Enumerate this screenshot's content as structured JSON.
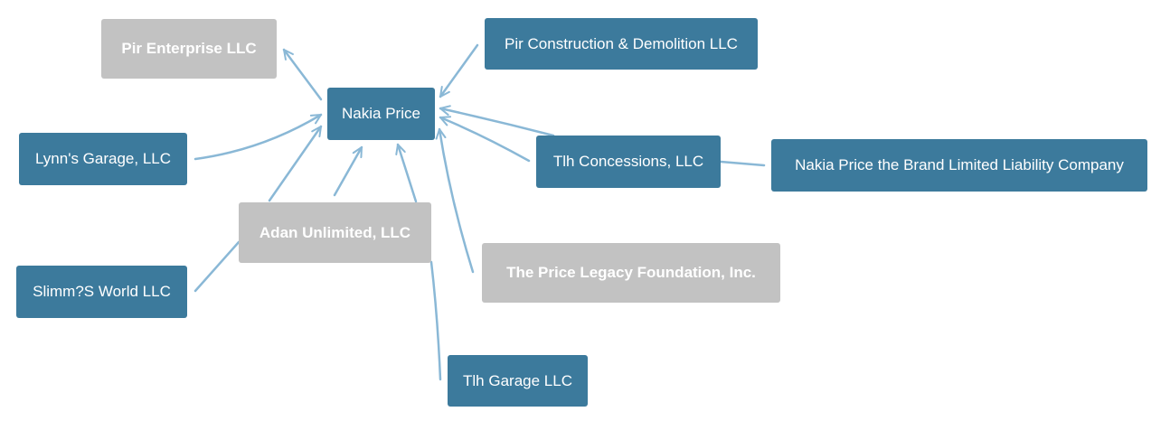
{
  "nodes": {
    "nakia_price": {
      "label": "Nakia Price",
      "status": "active"
    },
    "pir_enterprise": {
      "label": "Pir Enterprise LLC",
      "status": "inactive"
    },
    "pir_construction": {
      "label": "Pir Construction & Demolition LLC",
      "status": "active"
    },
    "lynns_garage": {
      "label": "Lynn's Garage, LLC",
      "status": "active"
    },
    "tlh_concessions": {
      "label": "Tlh Concessions, LLC",
      "status": "active"
    },
    "nakia_brand": {
      "label": "Nakia Price the Brand Limited Liability Company",
      "status": "active"
    },
    "adan_unlimited": {
      "label": "Adan Unlimited, LLC",
      "status": "inactive"
    },
    "price_legacy": {
      "label": "The Price Legacy Foundation, Inc.",
      "status": "inactive"
    },
    "slimms_world": {
      "label": "Slimm?S World LLC",
      "status": "active"
    },
    "tlh_garage": {
      "label": "Tlh Garage LLC",
      "status": "active"
    }
  },
  "colors": {
    "active_node": "#3c7a9c",
    "inactive_node": "#c2c2c2",
    "edge": "#8ab8d6",
    "text": "#ffffff"
  }
}
